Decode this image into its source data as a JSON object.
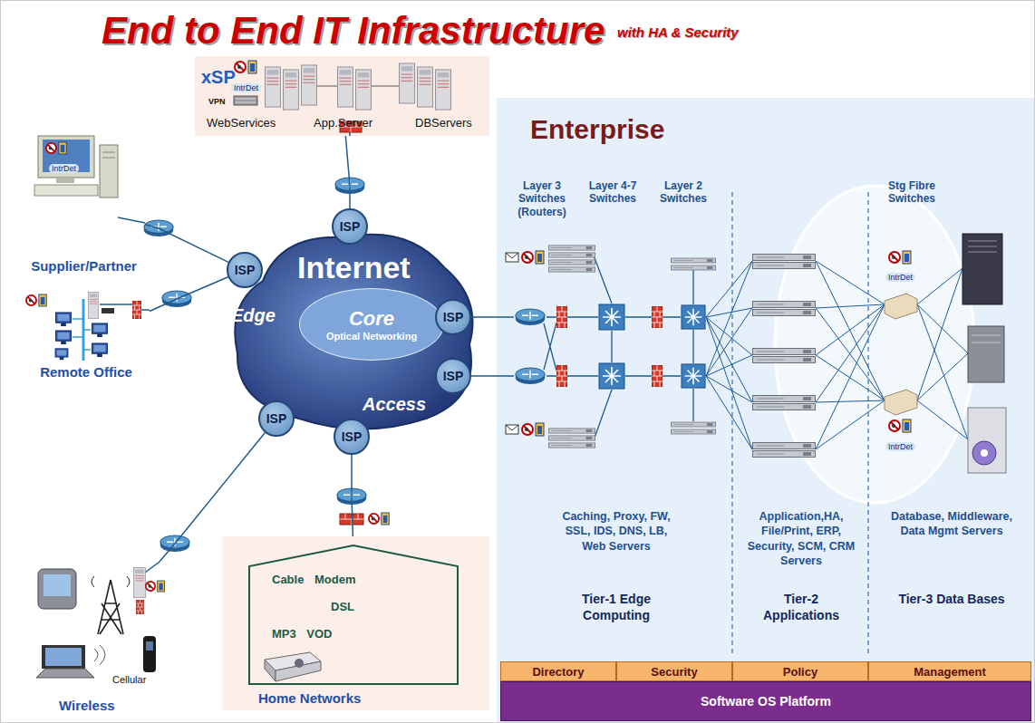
{
  "diagram": {
    "title": "End to End IT Infrastructure",
    "nodes": [
      {
        "text": [
          "xSP"
        ]
      },
      {
        "text": [
          "Supplier/Partner"
        ]
      },
      {
        "text": [
          "Remote Office"
        ]
      },
      {
        "text": [
          "Wireless"
        ]
      },
      {
        "text": [
          "Cable Modem",
          "DSL",
          "MP3 VOD",
          "Home Networks"
        ]
      },
      {
        "text": [
          "Internet",
          "Edge",
          "Access"
        ]
      },
      {
        "text": [
          "Core",
          "Optical Networking"
        ],
        "in": 5
      },
      {
        "text": [
          "ISP"
        ]
      },
      {
        "text": [
          "ISP"
        ]
      },
      {
        "text": [
          "ISP"
        ]
      },
      {
        "text": [
          "ISP"
        ]
      },
      {
        "text": [
          "ISP"
        ]
      },
      {
        "text": [
          "ISP"
        ]
      },
      {
        "text": [
          "Enterprise"
        ]
      },
      {
        "text": [
          "Directory"
        ],
        "in": 13
      },
      {
        "text": [
          "Security"
        ],
        "in": 13
      },
      {
        "text": [
          "Policy"
        ],
        "in": 13
      },
      {
        "text": [
          "Management"
        ],
        "in": 13
      },
      {
        "text": [
          "Software OS Platform"
        ],
        "in": 13
      }
    ],
    "edges": [
      {
        "from": 7,
        "to": 0,
        "arrow": "none"
      },
      {
        "from": 8,
        "to": 1,
        "arrow": "none"
      },
      {
        "from": 8,
        "to": 2,
        "arrow": "none"
      },
      {
        "from": 9,
        "to": 13,
        "arrow": "none"
      },
      {
        "from": 10,
        "to": 13,
        "arrow": "none"
      },
      {
        "from": 11,
        "to": 3,
        "arrow": "none"
      },
      {
        "from": 12,
        "to": 4,
        "arrow": "none"
      }
    ],
    "labels": [
      "with HA & Security",
      "IntrDet",
      "VPN",
      "WebServices",
      "App.Server",
      "DBServers",
      "IntrDet",
      "Layer 3 Switches (Routers)",
      "Layer 4-7 Switches",
      "Layer 2 Switches",
      "Stg Fibre Switches",
      "IntrDet",
      "IntrDet",
      "Caching, Proxy, FW, SSL, IDS, DNS, LB, Web Servers",
      "Application,HA, File/Print, ERP, Security, SCM, CRM Servers",
      "Database, Middleware, Data Mgmt Servers",
      "Tier-1 Edge Computing",
      "Tier-2 Applications",
      "Tier-3 Data Bases",
      "Cellular"
    ]
  }
}
